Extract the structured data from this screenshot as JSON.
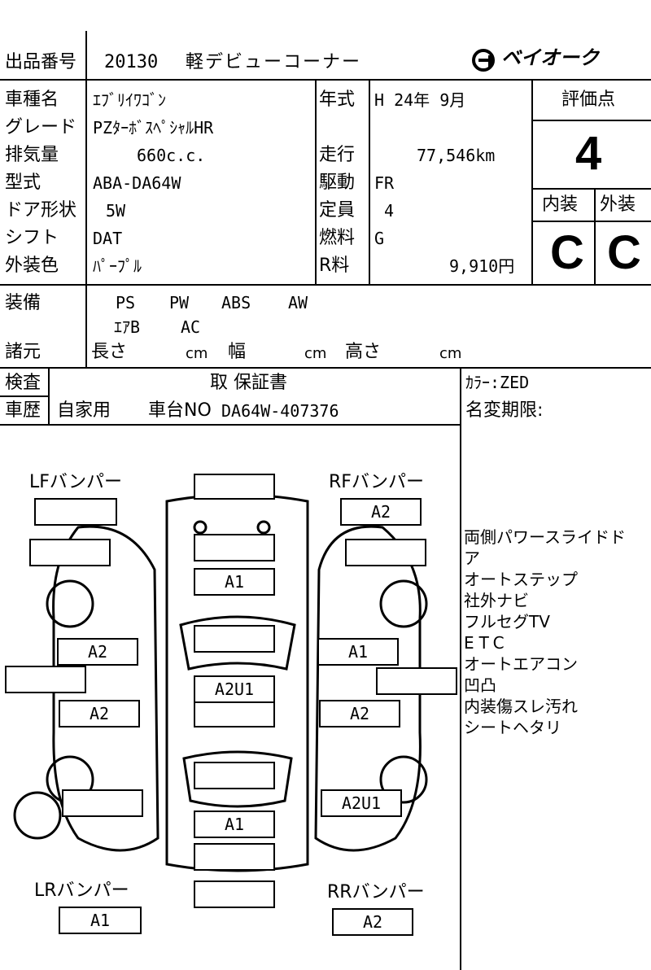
{
  "header": {
    "lot_label": "出品番号",
    "lot_number": "20130",
    "corner": "軽デビューコーナー",
    "brand_logo_text": "ベイオーク"
  },
  "specs": {
    "car_name_label": "車種名",
    "car_name": "ｴﾌﾞﾘｲﾜｺﾞﾝ",
    "grade_label": "グレード",
    "grade": "PZﾀｰﾎﾞｽﾍﾟｼｬﾙHR",
    "displacement_label": "排気量",
    "displacement": "660c.c.",
    "model_label": "型式",
    "model": "ABA-DA64W",
    "doors_label": "ドア形状",
    "doors": "5W",
    "shift_label": "シフト",
    "shift": "DAT",
    "color_label": "外装色",
    "color": "ﾊﾟｰﾌﾟﾙ",
    "year_label": "年式",
    "year": "H 24年  9月",
    "mileage_label": "走行",
    "mileage": "77,546km",
    "drive_label": "駆動",
    "drive": "FR",
    "capacity_label": "定員",
    "capacity": "4",
    "fuel_label": "燃料",
    "fuel": "G",
    "r_fee_label": "R料",
    "r_fee": "9,910円"
  },
  "grades": {
    "score_label": "評価点",
    "score": "4",
    "interior_label": "内装",
    "interior": "C",
    "exterior_label": "外装",
    "exterior": "C"
  },
  "equipment": {
    "label": "装備",
    "line1": [
      "PS",
      "PW",
      "ABS",
      "AW"
    ],
    "line2": [
      "ｴｱB",
      "AC"
    ]
  },
  "dimensions": {
    "label": "諸元",
    "length_label": "長さ",
    "width_label": "幅",
    "height_label": "高さ",
    "unit": "cm"
  },
  "inspection": {
    "label": "検査",
    "value": "取   保証書",
    "history_label": "車歴",
    "history": "自家用",
    "chassis_label": "車台NO",
    "chassis": "DA64W-407376",
    "color_code": "ｶﾗｰ:ZED",
    "name_change_label": "名変期限:"
  },
  "diagram": {
    "lf_bumper": "LFバンパー",
    "rf_bumper": "RFバンパー",
    "lr_bumper": "LRバンパー",
    "rr_bumper": "RRバンパー",
    "marks": {
      "rf_bumper": "A2",
      "hood": "A1",
      "roof": "A2U1",
      "left_front_door": "A2",
      "left_rear_door": "A2",
      "right_front_door": "A1",
      "right_rear_door": "A2",
      "right_rear_quarter": "A2U1",
      "back_door": "A1",
      "lr_bumper": "A1",
      "rr_bumper": "A2"
    }
  },
  "notes": [
    "両側パワースライドド",
    "ア",
    "オートステップ",
    "社外ナビ",
    "フルセグTV",
    "ETC",
    "オートエアコン",
    "凹凸",
    "内装傷スレ汚れ",
    "シートヘタリ"
  ]
}
